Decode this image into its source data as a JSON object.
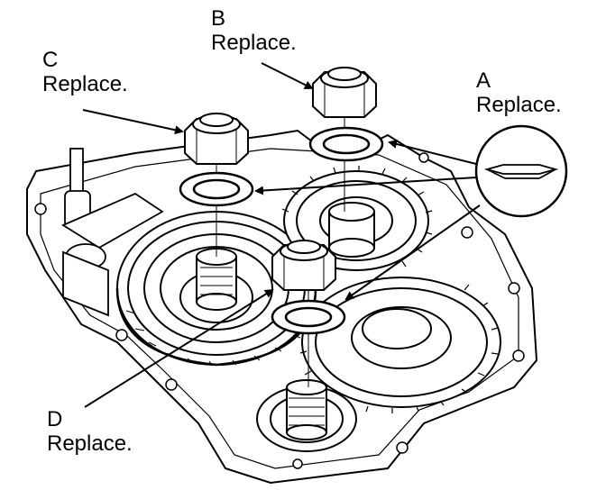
{
  "callouts": {
    "a": {
      "letter": "A",
      "note": "Replace."
    },
    "b": {
      "letter": "B",
      "note": "Replace."
    },
    "c": {
      "letter": "C",
      "note": "Replace."
    },
    "d": {
      "letter": "D",
      "note": "Replace."
    }
  },
  "colors": {
    "line": "#000000",
    "fill": "#ffffff",
    "shade": "#d9d9d9"
  }
}
